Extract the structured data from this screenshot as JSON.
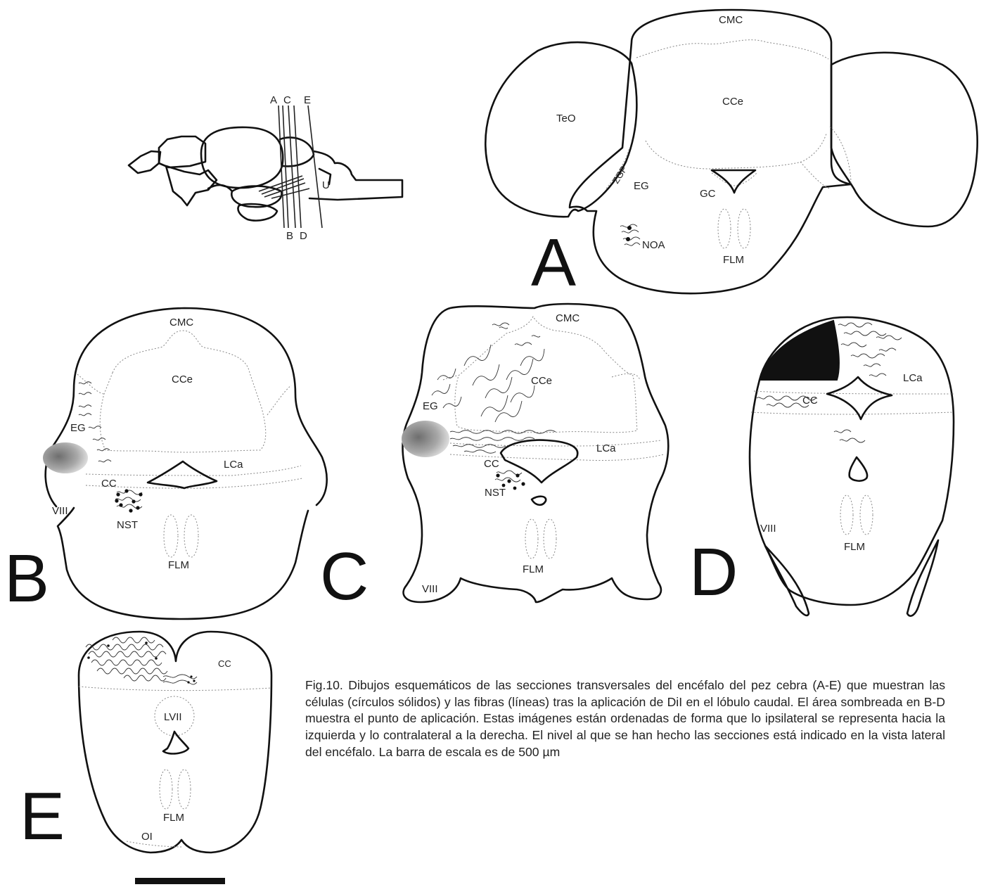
{
  "lateral_view": {
    "cut_labels_top": [
      "A",
      "C",
      "E"
    ],
    "cut_labels_bottom": [
      "B",
      "D"
    ],
    "u_label": "U"
  },
  "panel_a": {
    "letter": "A",
    "labels": {
      "cmc": "CMC",
      "cce": "CCe",
      "teo": "TeO",
      "zgp": "ZGP",
      "eg": "EG",
      "gc": "GC",
      "noa": "NOA",
      "flm": "FLM"
    }
  },
  "panel_b": {
    "letter": "B",
    "labels": {
      "cmc": "CMC",
      "cce": "CCe",
      "eg": "EG",
      "lca": "LCa",
      "cc": "CC",
      "viii": "VIII",
      "nst": "NST",
      "flm": "FLM"
    }
  },
  "panel_c": {
    "letter": "C",
    "labels": {
      "cmc": "CMC",
      "cce": "CCe",
      "eg": "EG",
      "lca": "LCa",
      "cc": "CC",
      "nst": "NST",
      "viii": "VIII",
      "flm": "FLM"
    }
  },
  "panel_d": {
    "letter": "D",
    "labels": {
      "lca": "LCa",
      "cc": "CC",
      "viii": "VIII",
      "flm": "FLM"
    }
  },
  "panel_e": {
    "letter": "E",
    "labels": {
      "cc": "CC",
      "lvii": "LVII",
      "flm": "FLM",
      "oi": "OI"
    }
  },
  "caption": "Fig.10. Dibujos esquemáticos de las secciones transversales del encéfalo del pez cebra (A-E) que muestran las células (círculos sólidos) y las fibras (líneas) tras la aplicación de DiI en el lóbulo caudal. El área sombreada en B-D muestra el punto de aplicación. Estas imágenes están ordenadas de forma que lo ipsilateral se representa hacia la izquierda y lo contralateral a la derecha. El nivel al que se han hecho las secciones está indicado en la vista lateral del encéfalo. La barra de escala es de 500 µm"
}
